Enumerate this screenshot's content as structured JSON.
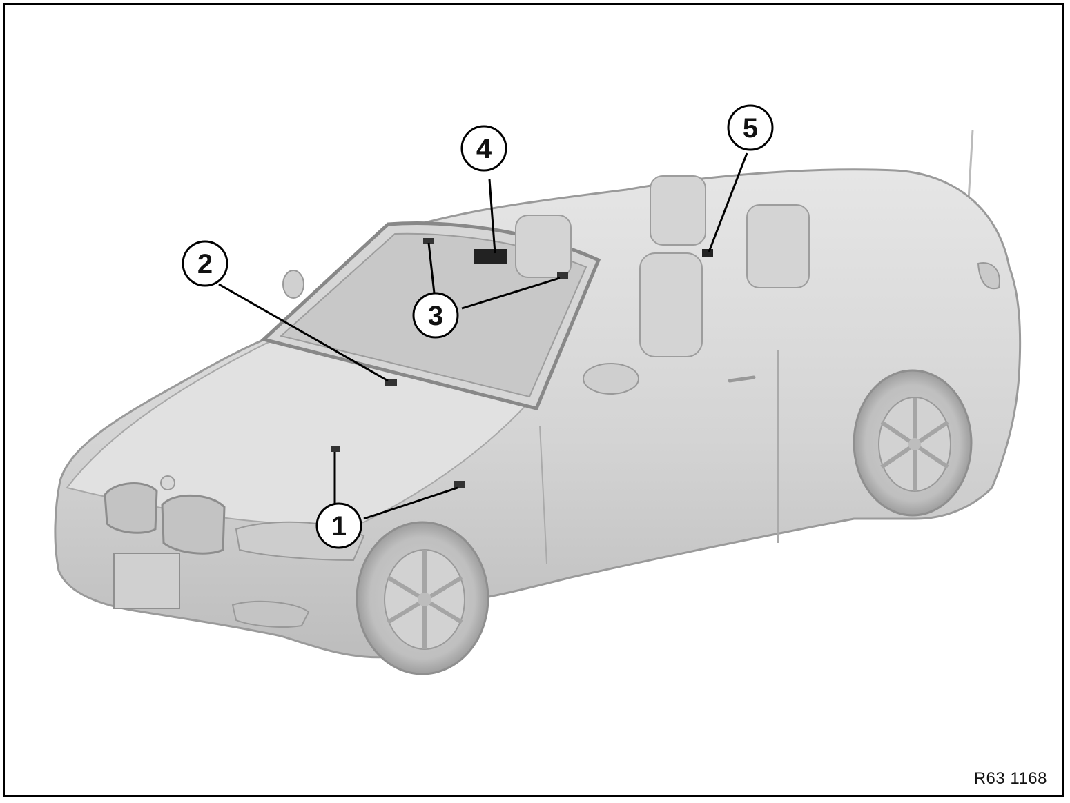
{
  "callouts": [
    {
      "id": "1",
      "label": "1"
    },
    {
      "id": "2",
      "label": "2"
    },
    {
      "id": "3",
      "label": "3"
    },
    {
      "id": "4",
      "label": "4"
    },
    {
      "id": "5",
      "label": "5"
    }
  ],
  "reference_code": "R63 1168",
  "colors": {
    "car_body": "#d9d9d9",
    "car_shadow": "#b3b3b3",
    "car_highlight": "#ececec",
    "outline": "#000000"
  }
}
